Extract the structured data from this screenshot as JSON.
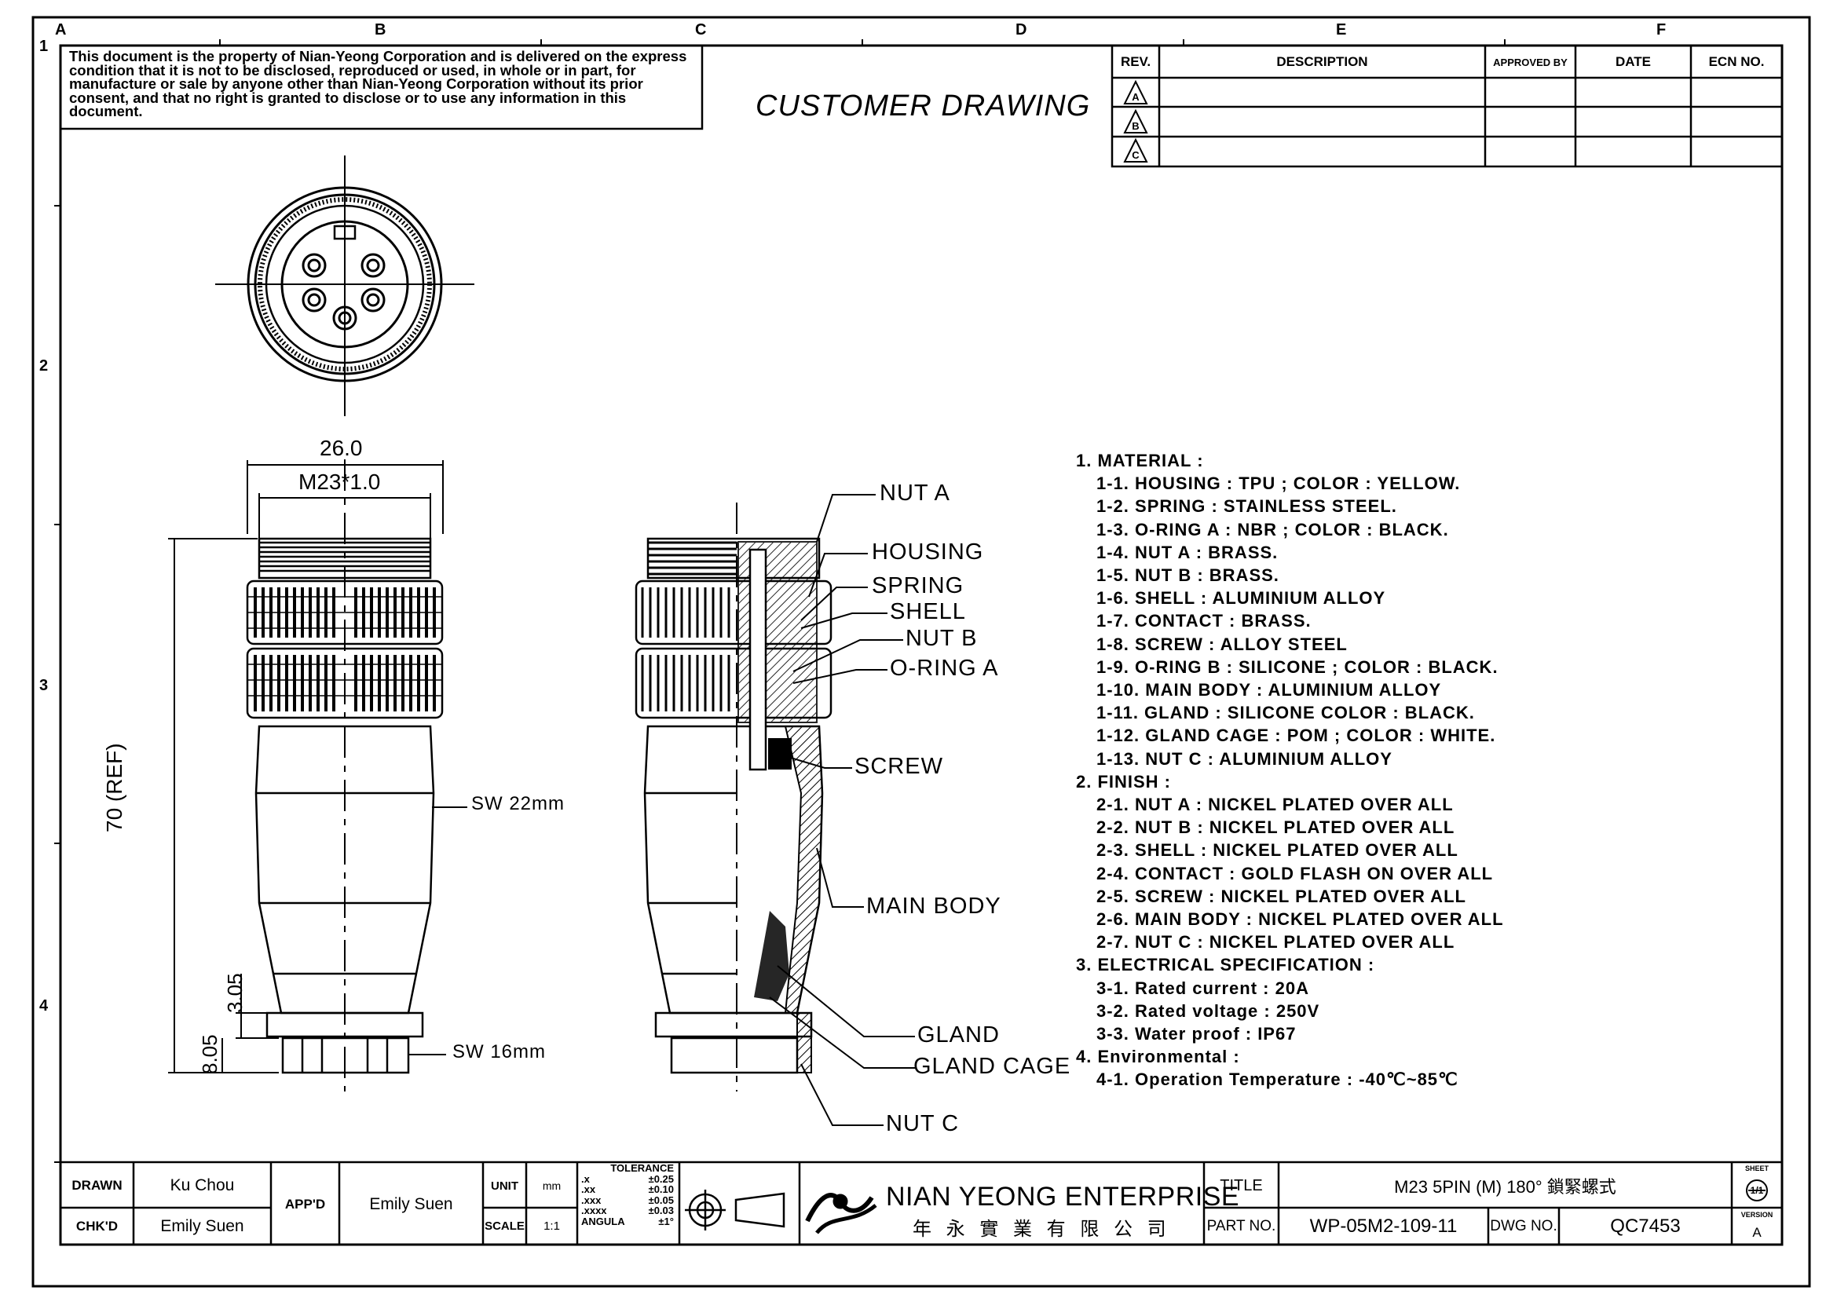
{
  "notice": "This document is the property of Nian-Yeong Corporation and is delivered on the express condition that it is not to be disclosed, reproduced or used, in whole or in part, for manufacture or sale by anyone other than Nian-Yeong Corporation without its prior consent, and that no right is granted to disclose or to use any information in this document.",
  "drawing_title": "CUSTOMER DRAWING",
  "zones": {
    "columns": [
      "A",
      "B",
      "C",
      "D",
      "E",
      "F"
    ],
    "rows": [
      "1",
      "2",
      "3",
      "4"
    ]
  },
  "revision_table": {
    "headers": [
      "REV.",
      "DESCRIPTION",
      "APPROVED BY",
      "DATE",
      "ECN NO."
    ],
    "rows": [
      {
        "rev": "A"
      },
      {
        "rev": "B"
      },
      {
        "rev": "C"
      }
    ]
  },
  "dimensions": {
    "overall_width": "26.0",
    "thread": "M23*1.0",
    "length": "70 (REF)",
    "sw_body": "SW 22mm",
    "sw_nut": "SW 16mm",
    "d1": "3.05",
    "d2": "8.05"
  },
  "part_labels": [
    "NUT A",
    "HOUSING",
    "SPRING",
    "SHELL",
    "NUT B",
    "O-RING A",
    "SCREW",
    "MAIN BODY",
    "GLAND",
    "GLAND CAGE",
    "NUT C"
  ],
  "notes": [
    {
      "type": "h",
      "text": "1. MATERIAL :"
    },
    {
      "type": "i",
      "text": "1-1. HOUSING : TPU ; COLOR : YELLOW."
    },
    {
      "type": "i",
      "text": "1-2. SPRING : STAINLESS STEEL."
    },
    {
      "type": "i",
      "text": "1-3. O-RING A : NBR ; COLOR : BLACK."
    },
    {
      "type": "i",
      "text": "1-4. NUT A : BRASS."
    },
    {
      "type": "i",
      "text": "1-5. NUT B : BRASS."
    },
    {
      "type": "i",
      "text": "1-6. SHELL : ALUMINIUM ALLOY"
    },
    {
      "type": "i",
      "text": "1-7. CONTACT : BRASS."
    },
    {
      "type": "i",
      "text": "1-8. SCREW : ALLOY STEEL"
    },
    {
      "type": "i",
      "text": "1-9. O-RING B : SILICONE ; COLOR : BLACK."
    },
    {
      "type": "i",
      "text": "1-10. MAIN BODY : ALUMINIUM ALLOY"
    },
    {
      "type": "i",
      "text": "1-11. GLAND : SILICONE COLOR : BLACK."
    },
    {
      "type": "i",
      "text": "1-12. GLAND CAGE : POM ; COLOR : WHITE."
    },
    {
      "type": "i",
      "text": "1-13. NUT C : ALUMINIUM ALLOY"
    },
    {
      "type": "h",
      "text": "2. FINISH :"
    },
    {
      "type": "i",
      "text": "2-1. NUT A : NICKEL PLATED OVER ALL"
    },
    {
      "type": "i",
      "text": "2-2. NUT B : NICKEL PLATED OVER ALL"
    },
    {
      "type": "i",
      "text": "2-3. SHELL : NICKEL PLATED OVER ALL"
    },
    {
      "type": "i",
      "text": "2-4. CONTACT : GOLD FLASH ON OVER ALL"
    },
    {
      "type": "i",
      "text": "2-5. SCREW : NICKEL PLATED OVER ALL"
    },
    {
      "type": "i",
      "text": "2-6. MAIN BODY : NICKEL PLATED OVER ALL"
    },
    {
      "type": "i",
      "text": "2-7. NUT C : NICKEL PLATED OVER ALL"
    },
    {
      "type": "h",
      "text": "3. ELECTRICAL SPECIFICATION :"
    },
    {
      "type": "i",
      "text": "3-1. Rated current : 20A"
    },
    {
      "type": "i",
      "text": "3-2. Rated voltage : 250V"
    },
    {
      "type": "i",
      "text": "3-3. Water proof : IP67"
    },
    {
      "type": "h",
      "text": "4. Environmental :"
    },
    {
      "type": "i",
      "text": "4-1. Operation Temperature : -40℃~85℃"
    }
  ],
  "title_block": {
    "drawn_label": "DRAWN",
    "drawn_by": "Ku Chou",
    "chkd_label": "CHK'D",
    "chkd_by": "Emily Suen",
    "appd_label": "APP'D",
    "appd_by": "Emily Suen",
    "unit_label": "UNIT",
    "unit_value": "mm",
    "scale_label": "SCALE",
    "scale_value": "1:1",
    "tolerance_label": "TOLERANCE",
    "tolerances": [
      {
        "k": ".x",
        "v": "±0.25"
      },
      {
        "k": ".xx",
        "v": "±0.10"
      },
      {
        "k": ".xxx",
        "v": "±0.05"
      },
      {
        "k": ".xxxx",
        "v": "±0.03"
      },
      {
        "k": "ANGULA",
        "v": "±1°"
      }
    ],
    "company_en": "NIAN YEONG ENTERPRISE",
    "company_cn": "年 永 實 業 有 限 公 司",
    "title_label": "TITLE",
    "title_value": "M23 5PIN (M) 180° 鎖緊螺式",
    "part_label": "PART NO.",
    "part_value": "WP-05M2-109-11",
    "dwg_label": "DWG NO.",
    "dwg_value": "QC7453",
    "sheet_label": "SHEET",
    "sheet_value": "1/1",
    "version_label": "VERSION",
    "version_value": "A"
  }
}
